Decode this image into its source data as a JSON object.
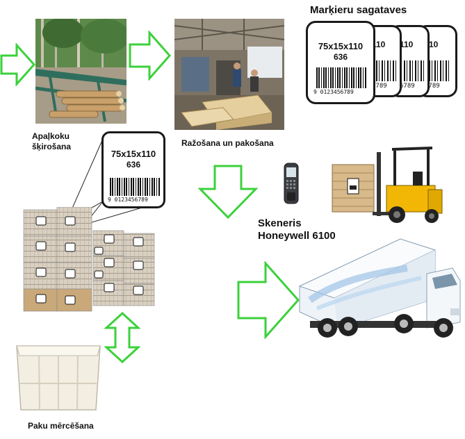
{
  "captions": {
    "debarking": "Apaļkoku šķirošana",
    "sawing": "Ražošana un pakošana",
    "labels_title": "Marķieru sagataves",
    "scanner_line1": "Skeneris",
    "scanner_line2": "Honeywell 6100",
    "dipping": "Paku mērcēšana"
  },
  "label": {
    "dims": "75x15x110",
    "code": "636",
    "barcode_digits": "9 0123456789"
  },
  "stack_labels": {
    "dims_fragment": "110",
    "digits_fragment": "6789"
  },
  "colors": {
    "arrow_green": "#3bd13b",
    "arrow_fill": "#ffffff",
    "forklift_yellow": "#f2b705",
    "truck_white": "#eef3f8",
    "truck_blue": "#9fc3e6",
    "box_cream": "#f3eee2",
    "timber": "#d8b98a"
  },
  "icons": {
    "arrow": "hollow-green-arrow",
    "scanner": "handheld-scanner-icon",
    "forklift": "forklift-icon",
    "truck": "truck-icon",
    "dip_box": "plastic-tub-icon",
    "double_arrow": "double-headed-arrow-icon"
  }
}
